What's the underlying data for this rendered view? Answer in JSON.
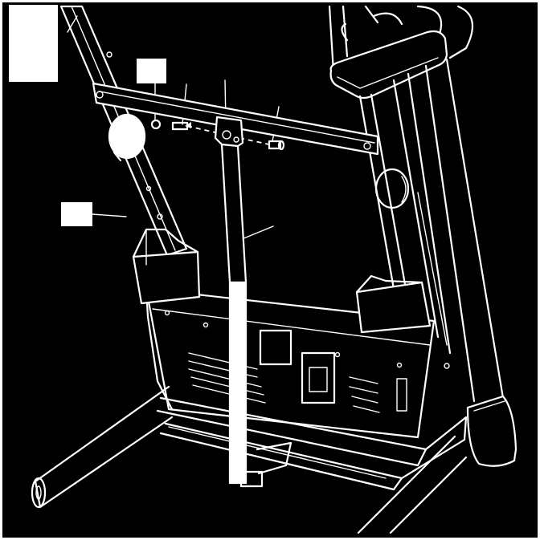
{
  "diagram": {
    "background_color": "#000000",
    "line_color": "#ffffff",
    "callout_boxes": [
      "",
      "",
      ""
    ],
    "components": [
      "left-upright",
      "right-upright",
      "crossbar",
      "hydraulic-strut",
      "motor-hood",
      "base-frame",
      "pivot-pin",
      "bolt",
      "nut"
    ]
  }
}
